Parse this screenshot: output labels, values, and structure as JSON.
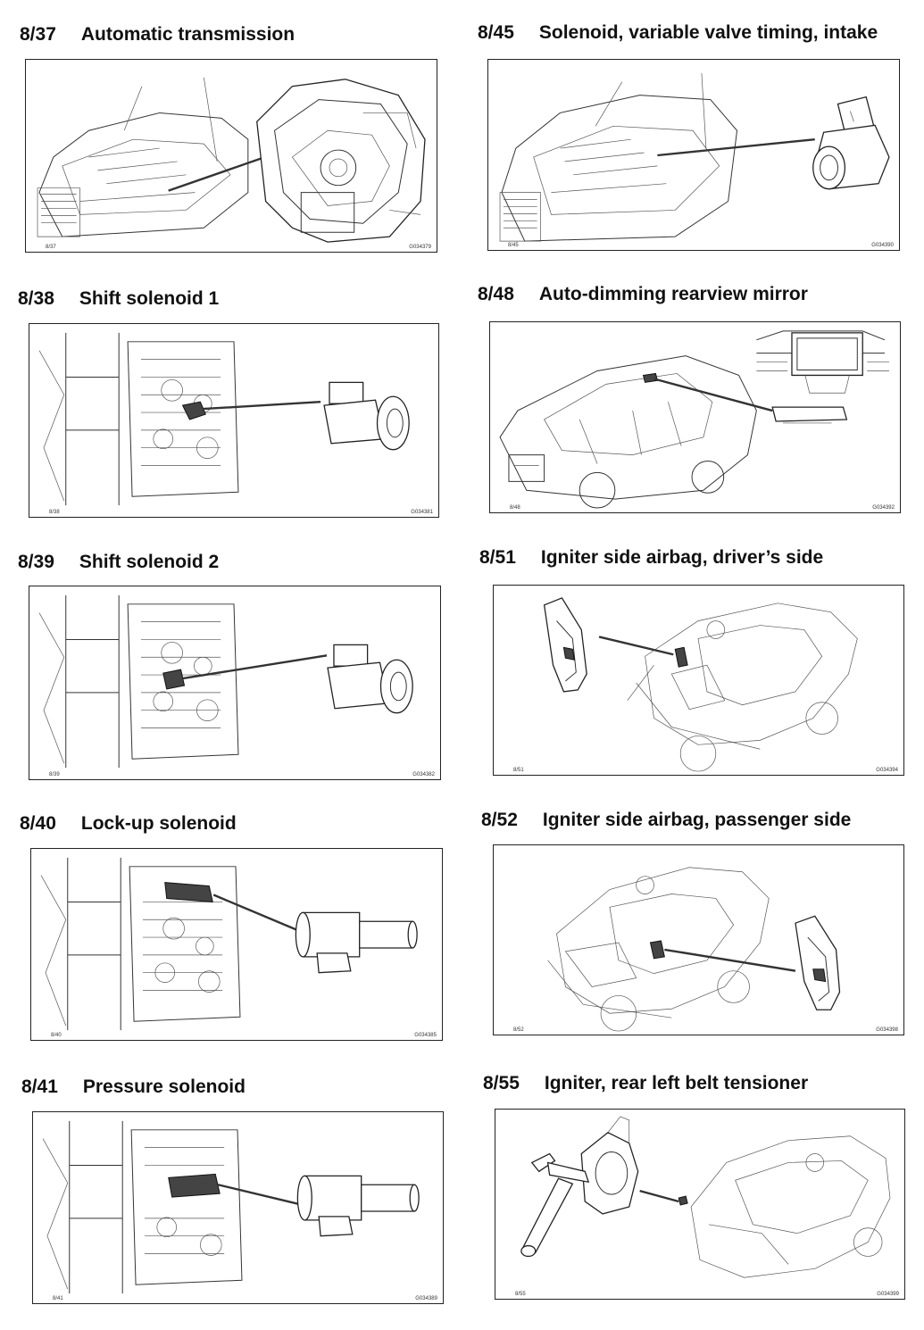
{
  "panels": [
    {
      "id": "8-37",
      "number": "8/37",
      "title": "Automatic transmission",
      "code_left": "8/37",
      "code_right": "G034379"
    },
    {
      "id": "8-45",
      "number": "8/45",
      "title": "Solenoid, variable valve timing, intake",
      "code_left": "8/45",
      "code_right": "G034390"
    },
    {
      "id": "8-38",
      "number": "8/38",
      "title": "Shift solenoid 1",
      "code_left": "8/38",
      "code_right": "G034381"
    },
    {
      "id": "8-48",
      "number": "8/48",
      "title": "Auto-dimming rearview mirror",
      "code_left": "8/48",
      "code_right": "G034392"
    },
    {
      "id": "8-39",
      "number": "8/39",
      "title": "Shift solenoid 2",
      "code_left": "8/39",
      "code_right": "G034382"
    },
    {
      "id": "8-51",
      "number": "8/51",
      "title": "Igniter side airbag, driver’s side",
      "code_left": "8/51",
      "code_right": "G034394"
    },
    {
      "id": "8-40",
      "number": "8/40",
      "title": "Lock-up solenoid",
      "code_left": "8/40",
      "code_right": "G034385"
    },
    {
      "id": "8-52",
      "number": "8/52",
      "title": "Igniter side airbag, passenger side",
      "code_left": "8/52",
      "code_right": "G034398"
    },
    {
      "id": "8-41",
      "number": "8/41",
      "title": "Pressure solenoid",
      "code_left": "8/41",
      "code_right": "G034389"
    },
    {
      "id": "8-55",
      "number": "8/55",
      "title": "Igniter, rear left belt tensioner",
      "code_left": "8/55",
      "code_right": "G034399"
    }
  ]
}
